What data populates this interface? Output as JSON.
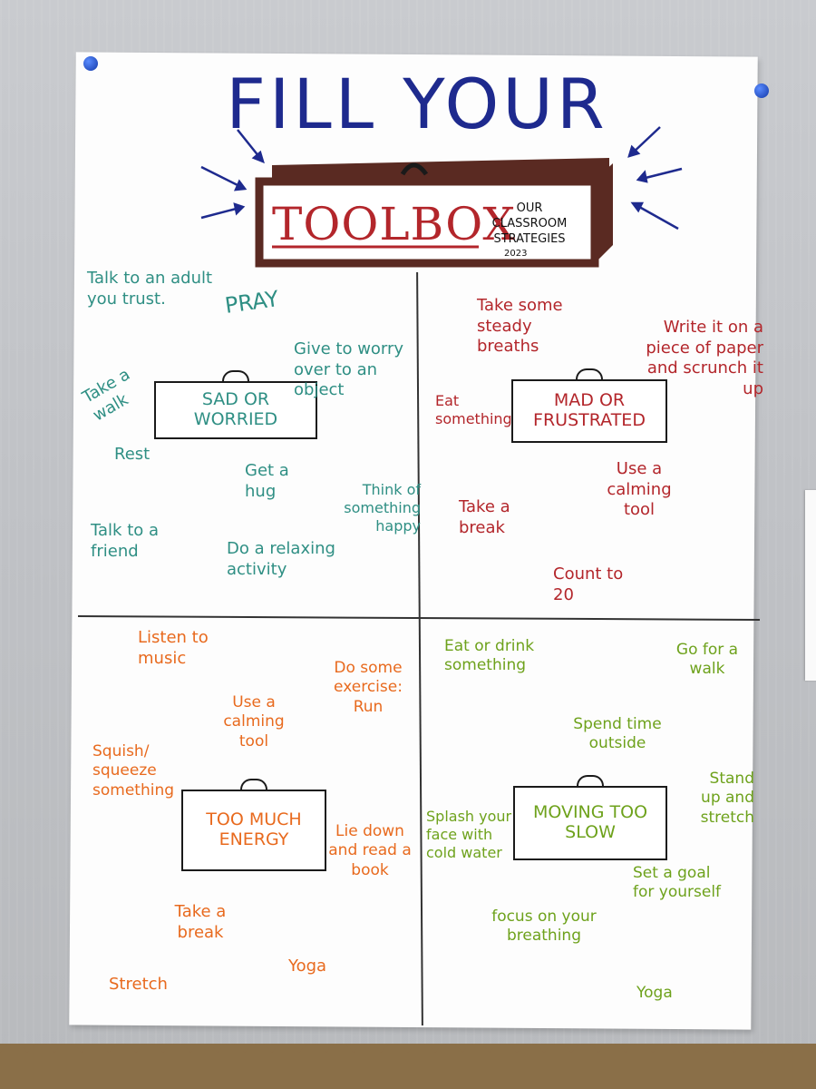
{
  "header": {
    "title": "FILL YOUR",
    "toolbox_word": "TOOLBOX",
    "subtitle": "OUR CLASSROOM STRATEGIES",
    "year": "2023"
  },
  "colors": {
    "title": "#1e2a8e",
    "toolbox_word": "#b3262b",
    "sad_or_worried": "#2f8f84",
    "mad_or_frustrated": "#b3262b",
    "too_much_energy": "#e86a1e",
    "moving_too_slow": "#6ea21c"
  },
  "quadrants": {
    "sad": {
      "box_label": "SAD OR WORRIED",
      "strategies": [
        "Talk to an adult you trust.",
        "PRAY",
        "Take a walk",
        "Give to worry over to an object",
        "Rest",
        "Get a hug",
        "Think of something happy",
        "Talk to a friend",
        "Do a relaxing activity"
      ]
    },
    "mad": {
      "box_label": "MAD OR FRUSTRATED",
      "strategies": [
        "Take some steady breaths",
        "Write it on a piece of paper and scrunch it up",
        "Eat something",
        "Use a calming tool",
        "Take a break",
        "Count to 20"
      ]
    },
    "energy": {
      "box_label": "TOO MUCH ENERGY",
      "strategies": [
        "Listen to music",
        "Do some exercise: Run",
        "Use a calming tool",
        "Squish/ squeeze something",
        "Lie down and read a book",
        "Take a break",
        "Yoga",
        "Stretch"
      ]
    },
    "slow": {
      "box_label": "MOVING TOO SLOW",
      "strategies": [
        "Eat or drink something",
        "Go for a walk",
        "Spend time outside",
        "Stand up and stretch",
        "Splash your face with cold water",
        "Set a goal for yourself",
        "focus on your breathing",
        "Yoga"
      ]
    }
  }
}
